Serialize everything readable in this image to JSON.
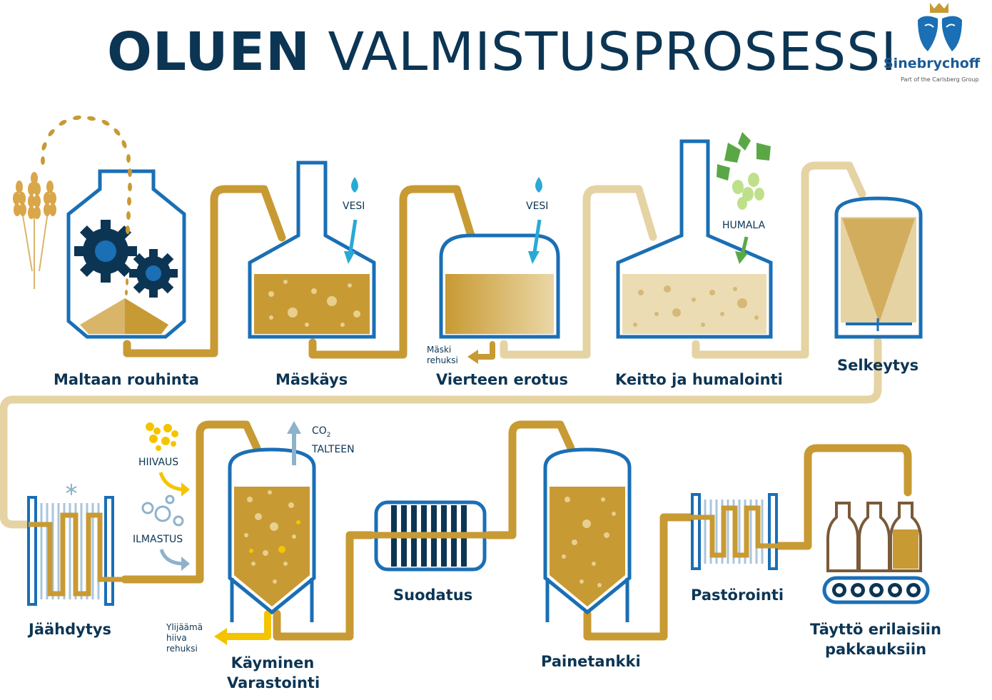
{
  "title": {
    "bold": "OLUEN",
    "light": "VALMISTUSPROSESSI"
  },
  "brand": {
    "name": "Sinebrychoff",
    "sub": "Part of the Carlsberg Group"
  },
  "colors": {
    "navy": "#0c3554",
    "blue": "#1a6fb5",
    "gold": "#c89a33",
    "pale": "#e6d3a3",
    "water": "#29a9d6",
    "hops": "#5aa845",
    "yeast": "#f4c400",
    "steel": "#8fb2cc"
  },
  "steps": {
    "malt": "Maltaan rouhinta",
    "mash": "Mäskäys",
    "wort": "Vierteen erotus",
    "boil": "Keitto ja humalointi",
    "clarify": "Selkeytys",
    "cool": "Jäähdytys",
    "ferment_1": "Käyminen",
    "ferment_2": "Varastointi",
    "filter": "Suodatus",
    "pressure": "Painetankki",
    "pasteur": "Pastörointi",
    "fill_1": "Täyttö erilaisiin",
    "fill_2": "pakkauksiin"
  },
  "notes": {
    "water_1": "VESI",
    "water_2": "VESI",
    "hops": "HUMALA",
    "yeast_add": "HIIVAUS",
    "aeration": "ILMASTUS",
    "co2_main": "CO",
    "co2_sub": "2",
    "co2_line2": "TALTEEN",
    "mash_feed_1": "Mäski",
    "mash_feed_2": "rehuksi",
    "yeast_feed_1": "Ylijäämä",
    "yeast_feed_2": "hiiva",
    "yeast_feed_3": "rehuksi"
  }
}
